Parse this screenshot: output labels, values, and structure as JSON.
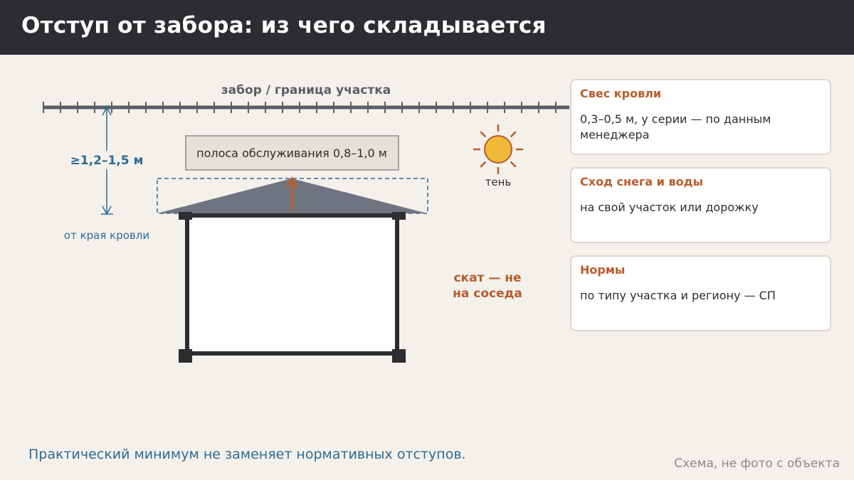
{
  "title": "Отступ от забора: из чего складывается",
  "diagram": {
    "fence_label": "забор / граница участка",
    "distance_label": "≥1,2–1,5 м",
    "distance_note": "от края кровли",
    "service_strip_label": "полоса обслуживания 0,8–1,0 м",
    "shadow_label": "тень",
    "slope_label_line1": "скат — не",
    "slope_label_line2": "на соседа"
  },
  "cards": [
    {
      "title": "Свес кровли",
      "text": "0,3–0,5 м, у серии — по данным менеджера"
    },
    {
      "title": "Сход снега и воды",
      "text": "на свой участок или дорожку"
    },
    {
      "title": "Нормы",
      "text": "по типу участка и региону — СП"
    }
  ],
  "footnote": "Практический минимум не заменяет нормативных отступов.",
  "credit": "Схема, не фото с объекта",
  "colors": {
    "header_bg": "#2b2d31",
    "accent_orange": "#b85c2b",
    "accent_blue": "#2e6b94",
    "roof": "#6f7580",
    "sun": "#f0b93a"
  }
}
